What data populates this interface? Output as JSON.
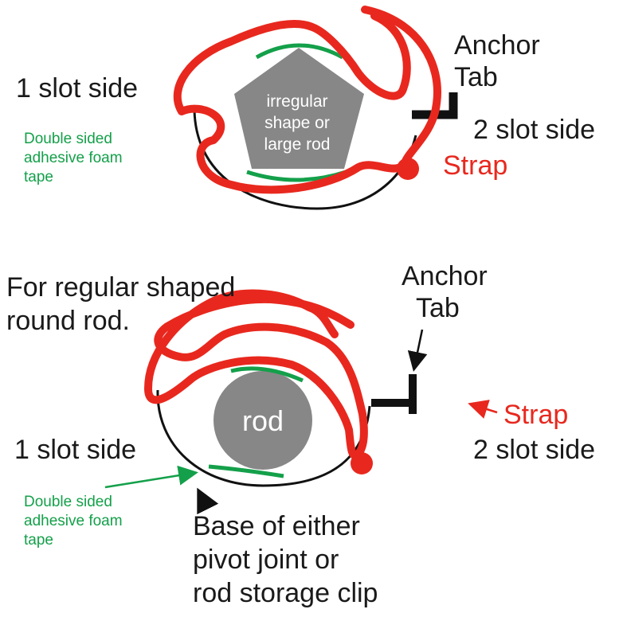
{
  "colors": {
    "strap": "#e8281e",
    "tape": "#14a04a",
    "base": "#111111",
    "rod": "#878787",
    "text": "#1a1a1a"
  },
  "top": {
    "one_slot_side": "1 slot side",
    "two_slot_side": "2 slot side",
    "anchor_line1": "Anchor",
    "anchor_line2": "Tab",
    "strap": "Strap",
    "tape_line1": "Double sided",
    "tape_line2": "adhesive foam",
    "tape_line3": "tape",
    "shape_line1": "irregular",
    "shape_line2": "shape or",
    "shape_line3": "large rod"
  },
  "bottom": {
    "heading_line1": "For regular shaped",
    "heading_line2": "round rod.",
    "one_slot_side": "1 slot side",
    "two_slot_side": "2 slot side",
    "anchor_line1": "Anchor",
    "anchor_line2": "Tab",
    "strap": "Strap",
    "tape_line1": "Double sided",
    "tape_line2": "adhesive foam",
    "tape_line3": "tape",
    "rod": "rod",
    "base_line1": "Base of either",
    "base_line2": "pivot joint or",
    "base_line3": "rod storage clip"
  }
}
